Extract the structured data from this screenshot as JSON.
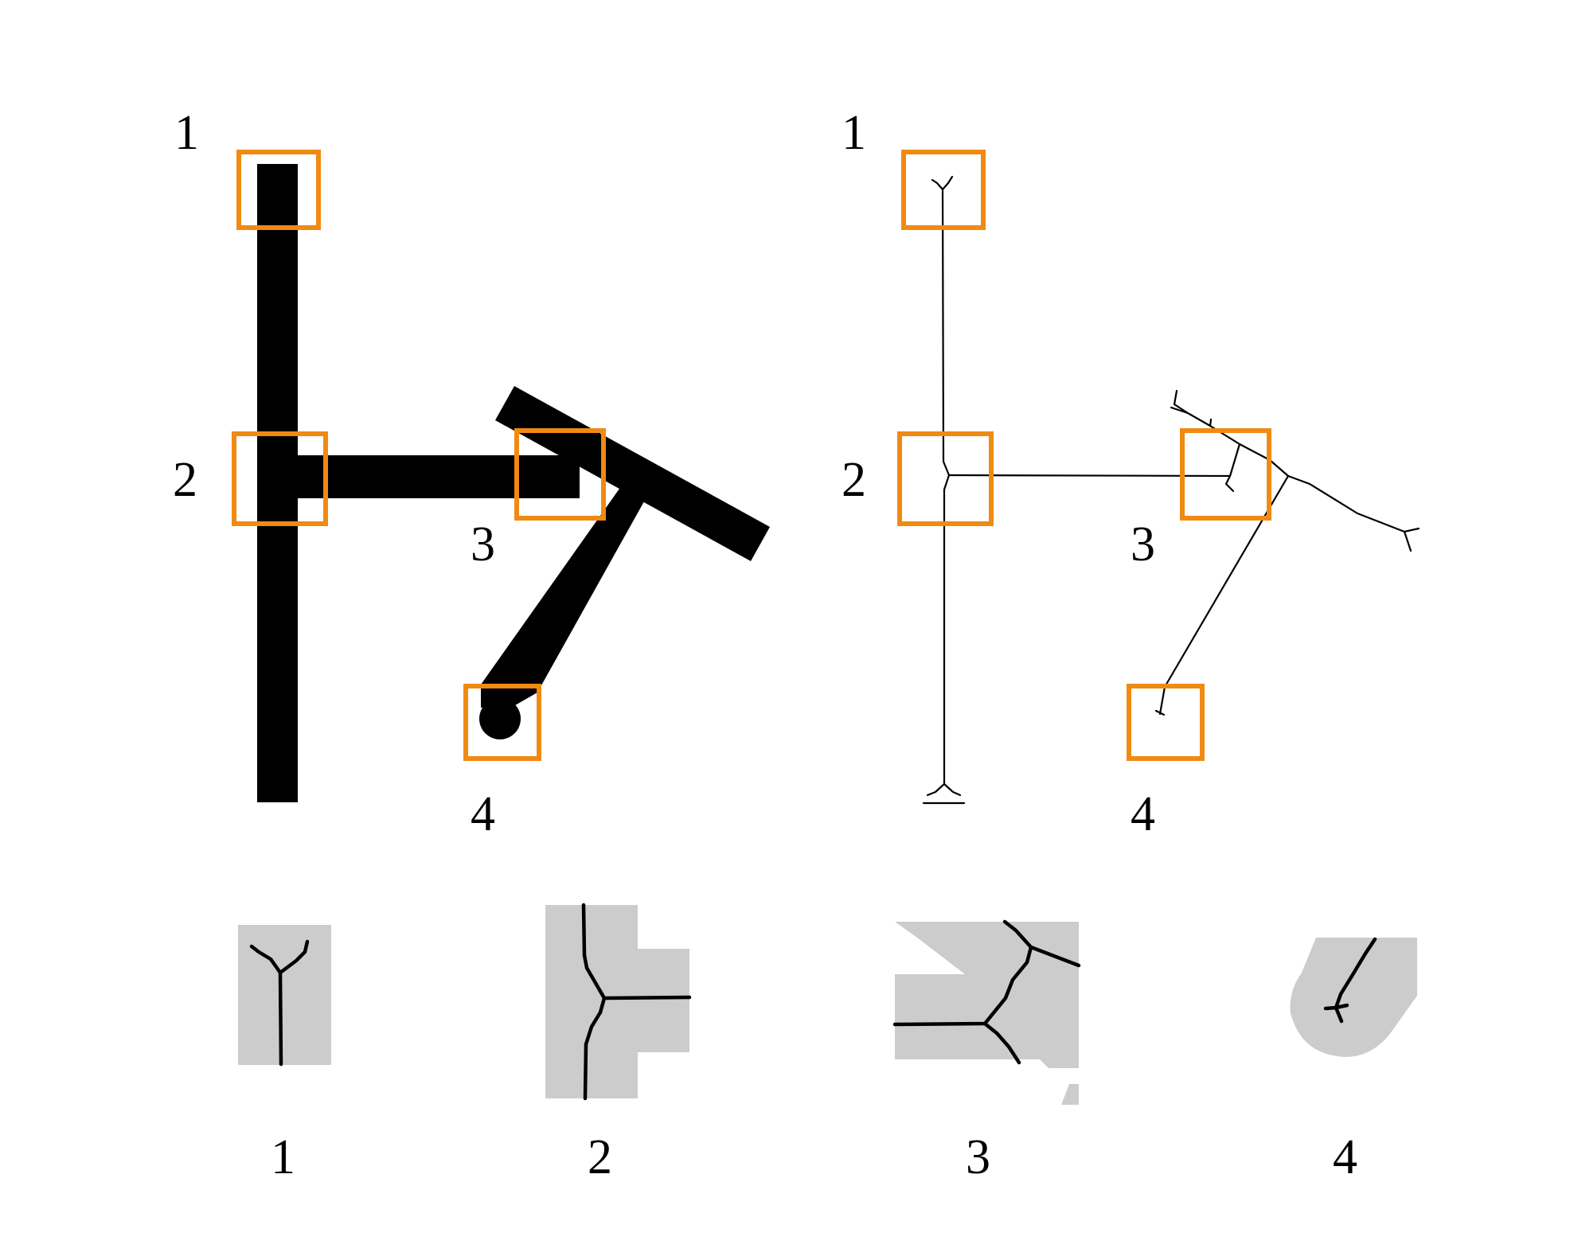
{
  "colors": {
    "highlight": "#f08a13",
    "shape": "#000000",
    "zoom_background": "#cccccc"
  },
  "left_panel": {
    "labels": [
      "1",
      "2",
      "3",
      "4"
    ]
  },
  "right_panel": {
    "labels": [
      "1",
      "2",
      "3",
      "4"
    ]
  },
  "zoom_row": {
    "labels": [
      "1",
      "2",
      "3",
      "4"
    ]
  }
}
